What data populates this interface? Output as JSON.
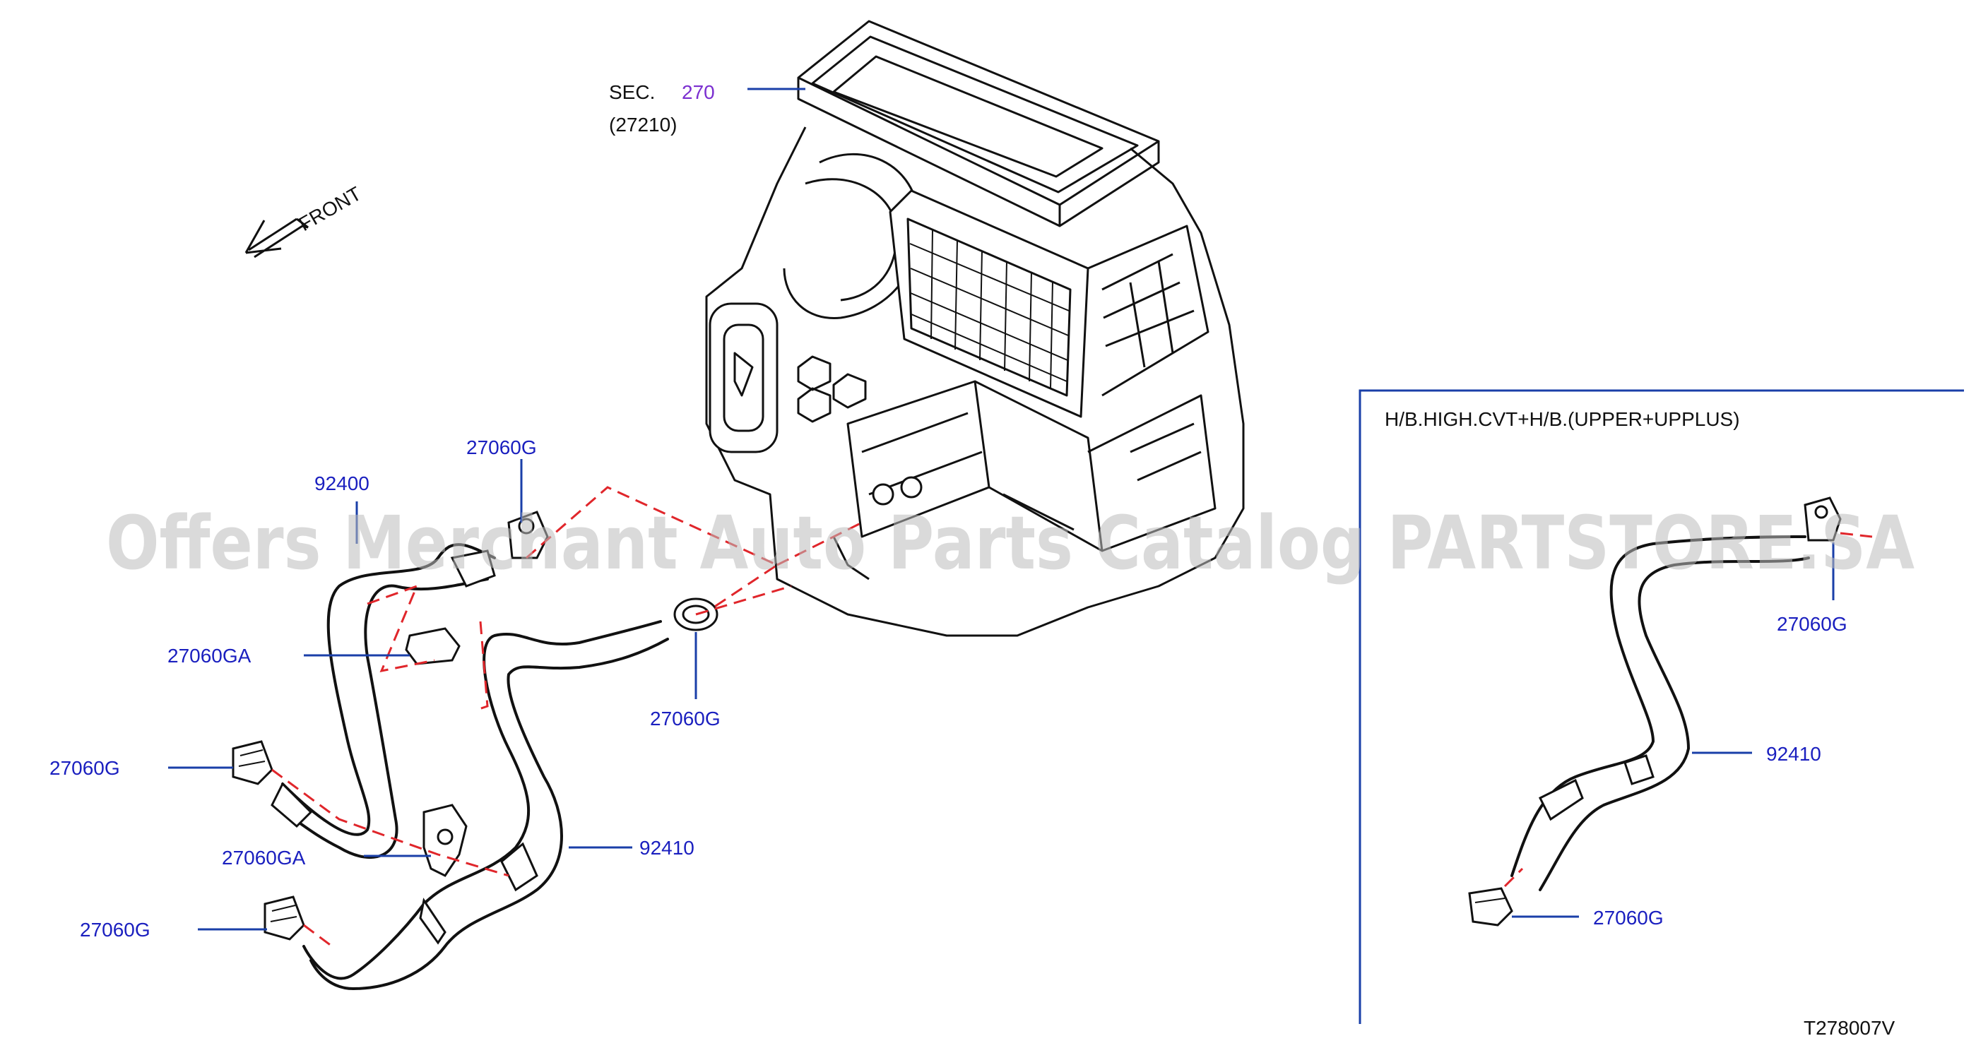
{
  "labels": {
    "sec_prefix": "SEC.",
    "sec_number": "270",
    "sec_part": "(27210)",
    "front": "FRONT",
    "inset_title": "H/B.HIGH.CVT+H/B.(UPPER+UPPLUS)",
    "part_92400": "92400",
    "part_92410_main": "92410",
    "part_92410_inset": "92410",
    "clamp_top": "27060G",
    "clamp_mid": "27060G",
    "clamp_left_upper": "27060G",
    "clamp_left_lower": "27060G",
    "clamp_inset_top": "27060G",
    "clamp_inset_bottom": "27060G",
    "bracket_upper": "27060GA",
    "bracket_lower": "27060GA",
    "diagram_code": "T278007V"
  },
  "watermark": "Offers Merchant Auto Parts Catalog PARTSTORE.SA",
  "colors": {
    "label_blue": "#1a1fbf",
    "sec_purple": "#7b2fd0",
    "leader_blue": "#1a3fa8",
    "dash_red": "#e0262b"
  }
}
